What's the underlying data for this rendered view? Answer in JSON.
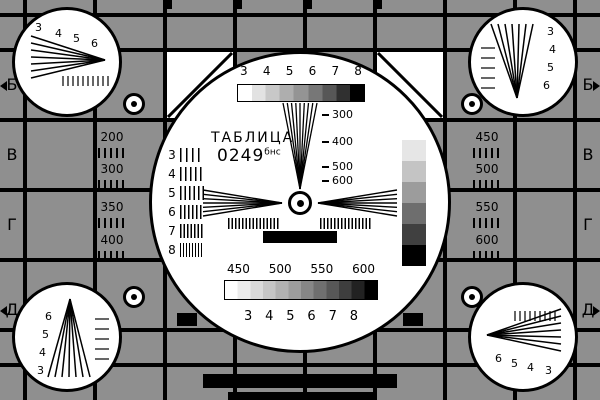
{
  "colors": {
    "background": "#8f8f8f",
    "grid_line": "#000000",
    "circle_fill": "#ffffff",
    "text": "#000000"
  },
  "center_circle": {
    "title": "ТАБЛИЦА",
    "code": "0249",
    "code_suffix": "бнс",
    "top_digits": [
      "3",
      "4",
      "5",
      "6",
      "7",
      "8"
    ],
    "wedge_labels": [
      "300",
      "400",
      "500",
      "600"
    ],
    "left_strip_digits": [
      "3",
      "4",
      "5",
      "6",
      "7",
      "8"
    ],
    "bottom_values": [
      "450",
      "500",
      "550",
      "600"
    ],
    "bottom_digits": [
      "3",
      "4",
      "5",
      "6",
      "7",
      "8"
    ]
  },
  "left_panel": {
    "values": [
      "200",
      "300",
      "350",
      "400"
    ]
  },
  "right_panel": {
    "values": [
      "450",
      "500",
      "550",
      "600"
    ]
  },
  "edge_letters": {
    "left": [
      "Б",
      "В",
      "Г",
      "Д"
    ],
    "right": [
      "Б",
      "В",
      "Г",
      "Д"
    ]
  },
  "corner_circles": {
    "top_left_digits": [
      "3",
      "4",
      "5",
      "6"
    ],
    "top_right_digits": [
      "3",
      "4",
      "5",
      "6"
    ],
    "bottom_left_digits": [
      "6",
      "5",
      "4",
      "3"
    ],
    "bottom_right_digits": [
      "6",
      "5",
      "4",
      "3"
    ]
  }
}
